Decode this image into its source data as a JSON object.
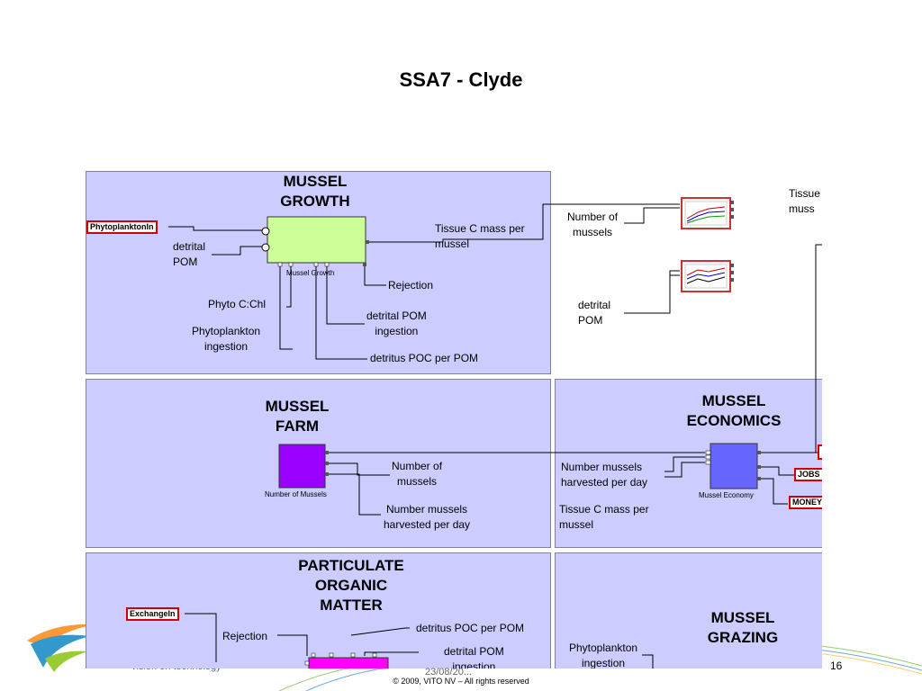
{
  "slide": {
    "title": "SSA7 - Clyde",
    "page_number": "16",
    "copyright": "© 2009, VITO NV – All rights reserved",
    "tagline_fragment": "vision on technology",
    "footer_fragment": "23/08/20..."
  },
  "colors": {
    "panel": "#ccccff",
    "mussel_growth_block": "#ccff99",
    "mussel_farm_block": "#9900ff",
    "mussel_economy_block": "#6666ff",
    "pom_block": "#ff00ff",
    "input_border": "#d00000"
  },
  "mussel_growth": {
    "heading": "MUSSEL\nGROWTH",
    "block_name": "Mussel Growth",
    "input_phytoplankton": "PhytoplanktonIn",
    "label_detrital_pom": "detrital\nPOM",
    "label_tissue_c": "Tissue C mass per\nmussel",
    "label_rejection": "Rejection",
    "label_phyto_c_chl": "Phyto C:Chl",
    "label_phyto_ingestion": "Phytoplankton\ningestion",
    "label_detrital_pom_ingestion": "detrital POM\ningestion",
    "label_detritus_poc": "detritus POC per POM"
  },
  "graphs": {
    "label_number_of_mussels": "Number of\nmussels",
    "label_detrital_pom": "detrital\nPOM",
    "label_tissue_fragment": "Tissue\nmuss"
  },
  "mussel_farm": {
    "heading": "MUSSEL\nFARM",
    "block_name": "Number of Mussels",
    "label_number_of_mussels": "Number of\nmussels",
    "label_harvested": "Number mussels\nharvested per day"
  },
  "mussel_economics": {
    "heading": "MUSSEL\nECONOMICS",
    "block_name": "Mussel Economy",
    "label_harvested": "Number mussels\nharvested per day",
    "label_tissue_c": "Tissue C mass per\nmussel",
    "output_jobs": "JOBS",
    "output_money": "MONEY"
  },
  "particulate": {
    "heading": "PARTICULATE\nORGANIC\nMATTER",
    "input_exchange": "ExchangeIn",
    "label_rejection": "Rejection",
    "label_detritus_poc": "detritus POC per POM",
    "label_detrital_pom_ingestion": "detrital POM\ningestion"
  },
  "mussel_grazing": {
    "heading": "MUSSEL\nGRAZING",
    "label_phyto_ingestion": "Phytoplankton\ningestion"
  }
}
